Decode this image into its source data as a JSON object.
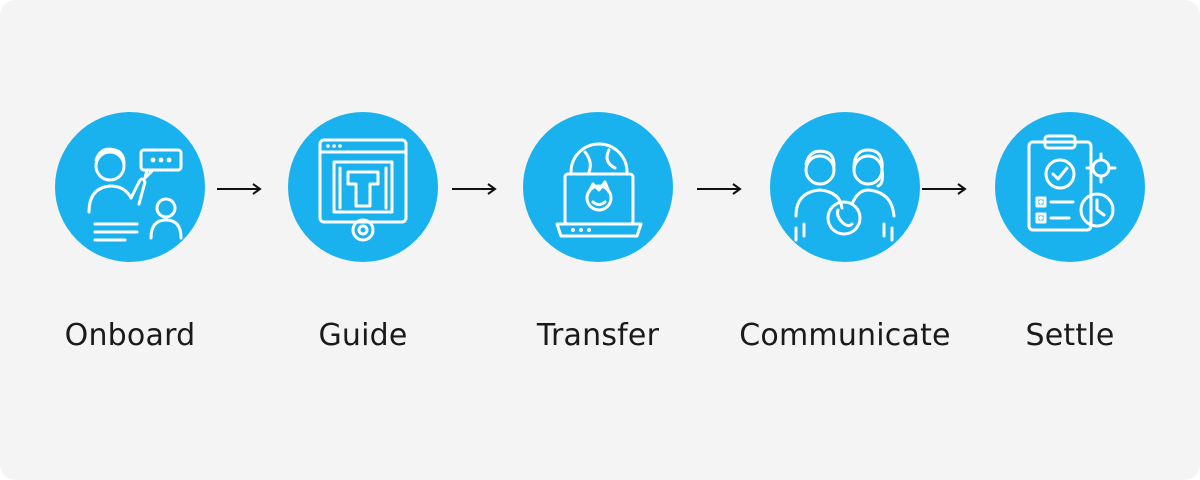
{
  "steps": [
    {
      "label": "Onboard",
      "icon": "onboard-people-chat-icon"
    },
    {
      "label": "Guide",
      "icon": "blueprint-gear-icon"
    },
    {
      "label": "Transfer",
      "icon": "laptop-globe-icon"
    },
    {
      "label": "Communicate",
      "icon": "people-phone-icon"
    },
    {
      "label": "Settle",
      "icon": "clipboard-check-gear-icon"
    }
  ],
  "colors": {
    "accent": "#1ab2ee",
    "background": "#f4f4f4",
    "text": "#1a1a1a",
    "icon": "#ffffff"
  }
}
